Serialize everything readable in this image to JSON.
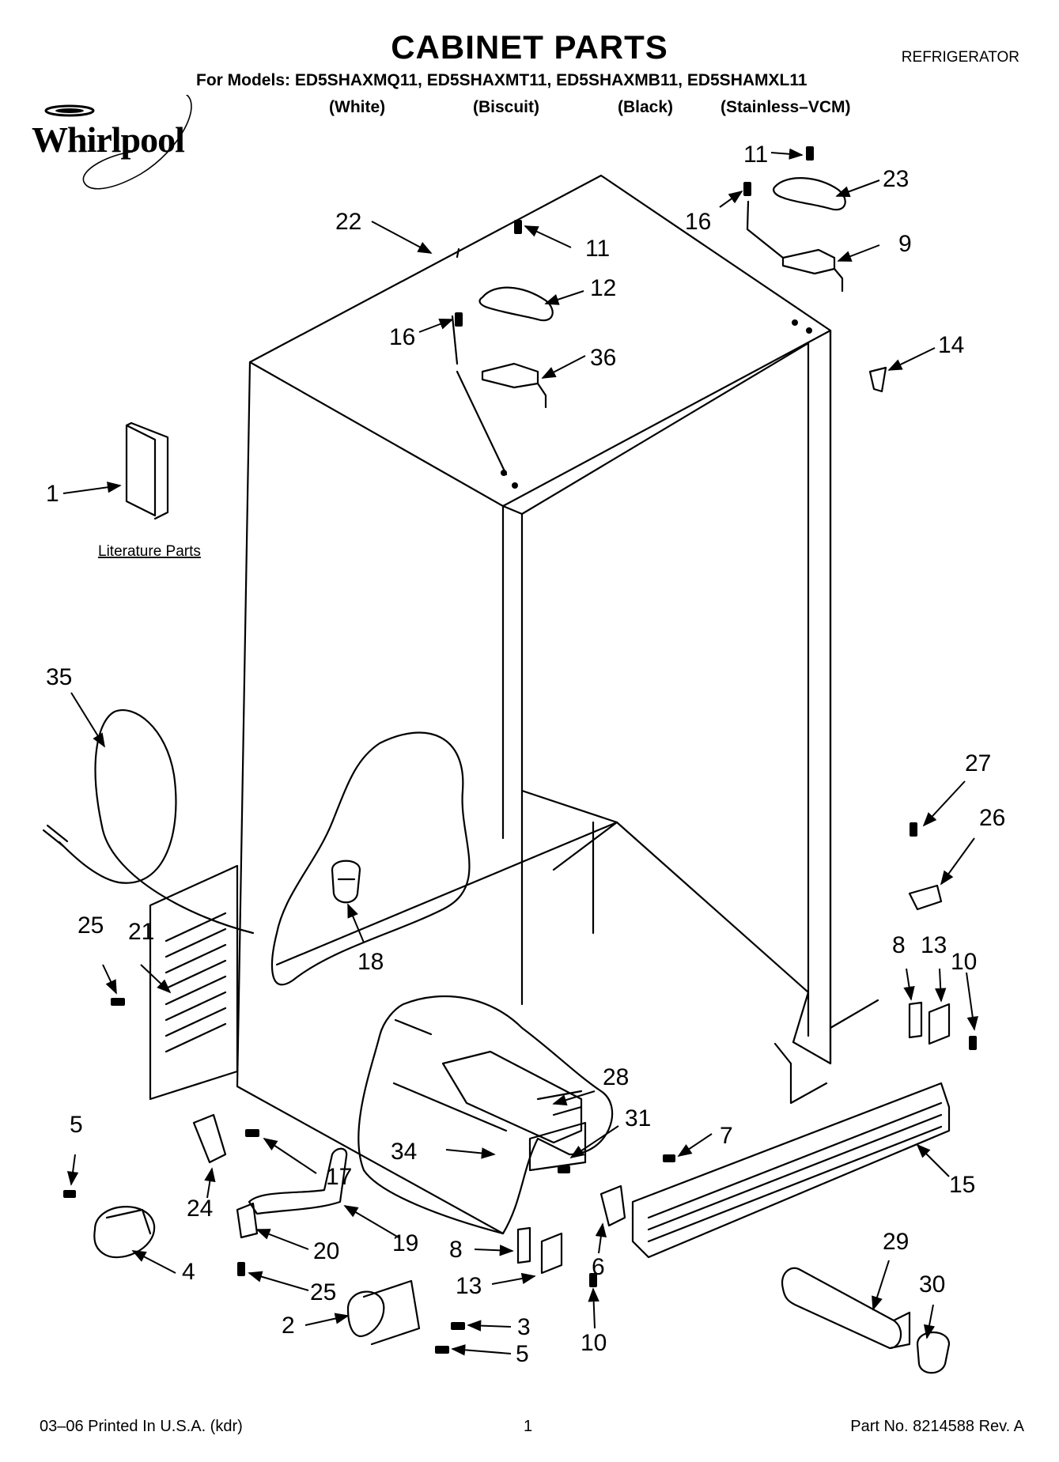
{
  "header": {
    "title": "CABINET PARTS",
    "appliance": "REFRIGERATOR",
    "models_line": "For Models: ED5SHAXMQ11, ED5SHAXMT11, ED5SHAXMB11, ED5SHAMXL11",
    "colors": [
      "(White)",
      "(Biscuit)",
      "(Black)",
      "(Stainless–VCM)"
    ],
    "brand": "Whirlpool"
  },
  "footer": {
    "printed": "03–06 Printed In U.S.A. (kdr)",
    "page": "1",
    "part_no": "Part No. 8214588 Rev. A"
  },
  "diagram": {
    "literature_label": "Literature Parts",
    "callouts": [
      {
        "id": "c11a",
        "label": "11"
      },
      {
        "id": "c23",
        "label": "23"
      },
      {
        "id": "c16a",
        "label": "16"
      },
      {
        "id": "c9",
        "label": "9"
      },
      {
        "id": "c22",
        "label": "22"
      },
      {
        "id": "c11b",
        "label": "11"
      },
      {
        "id": "c12",
        "label": "12"
      },
      {
        "id": "c16b",
        "label": "16"
      },
      {
        "id": "c36",
        "label": "36"
      },
      {
        "id": "c14",
        "label": "14"
      },
      {
        "id": "c1",
        "label": "1"
      },
      {
        "id": "c35",
        "label": "35"
      },
      {
        "id": "c27",
        "label": "27"
      },
      {
        "id": "c26",
        "label": "26"
      },
      {
        "id": "c25a",
        "label": "25"
      },
      {
        "id": "c21",
        "label": "21"
      },
      {
        "id": "c18",
        "label": "18"
      },
      {
        "id": "c8a",
        "label": "8"
      },
      {
        "id": "c13a",
        "label": "13"
      },
      {
        "id": "c10a",
        "label": "10"
      },
      {
        "id": "c28",
        "label": "28"
      },
      {
        "id": "c5a",
        "label": "5"
      },
      {
        "id": "c31",
        "label": "31"
      },
      {
        "id": "c7",
        "label": "7"
      },
      {
        "id": "c34",
        "label": "34"
      },
      {
        "id": "c17",
        "label": "17"
      },
      {
        "id": "c15",
        "label": "15"
      },
      {
        "id": "c24",
        "label": "24"
      },
      {
        "id": "c19",
        "label": "19"
      },
      {
        "id": "c20",
        "label": "20"
      },
      {
        "id": "c8b",
        "label": "8"
      },
      {
        "id": "c6",
        "label": "6"
      },
      {
        "id": "c29",
        "label": "29"
      },
      {
        "id": "c4",
        "label": "4"
      },
      {
        "id": "c25b",
        "label": "25"
      },
      {
        "id": "c13b",
        "label": "13"
      },
      {
        "id": "c30",
        "label": "30"
      },
      {
        "id": "c2",
        "label": "2"
      },
      {
        "id": "c3",
        "label": "3"
      },
      {
        "id": "c10b",
        "label": "10"
      },
      {
        "id": "c5b",
        "label": "5"
      }
    ]
  }
}
